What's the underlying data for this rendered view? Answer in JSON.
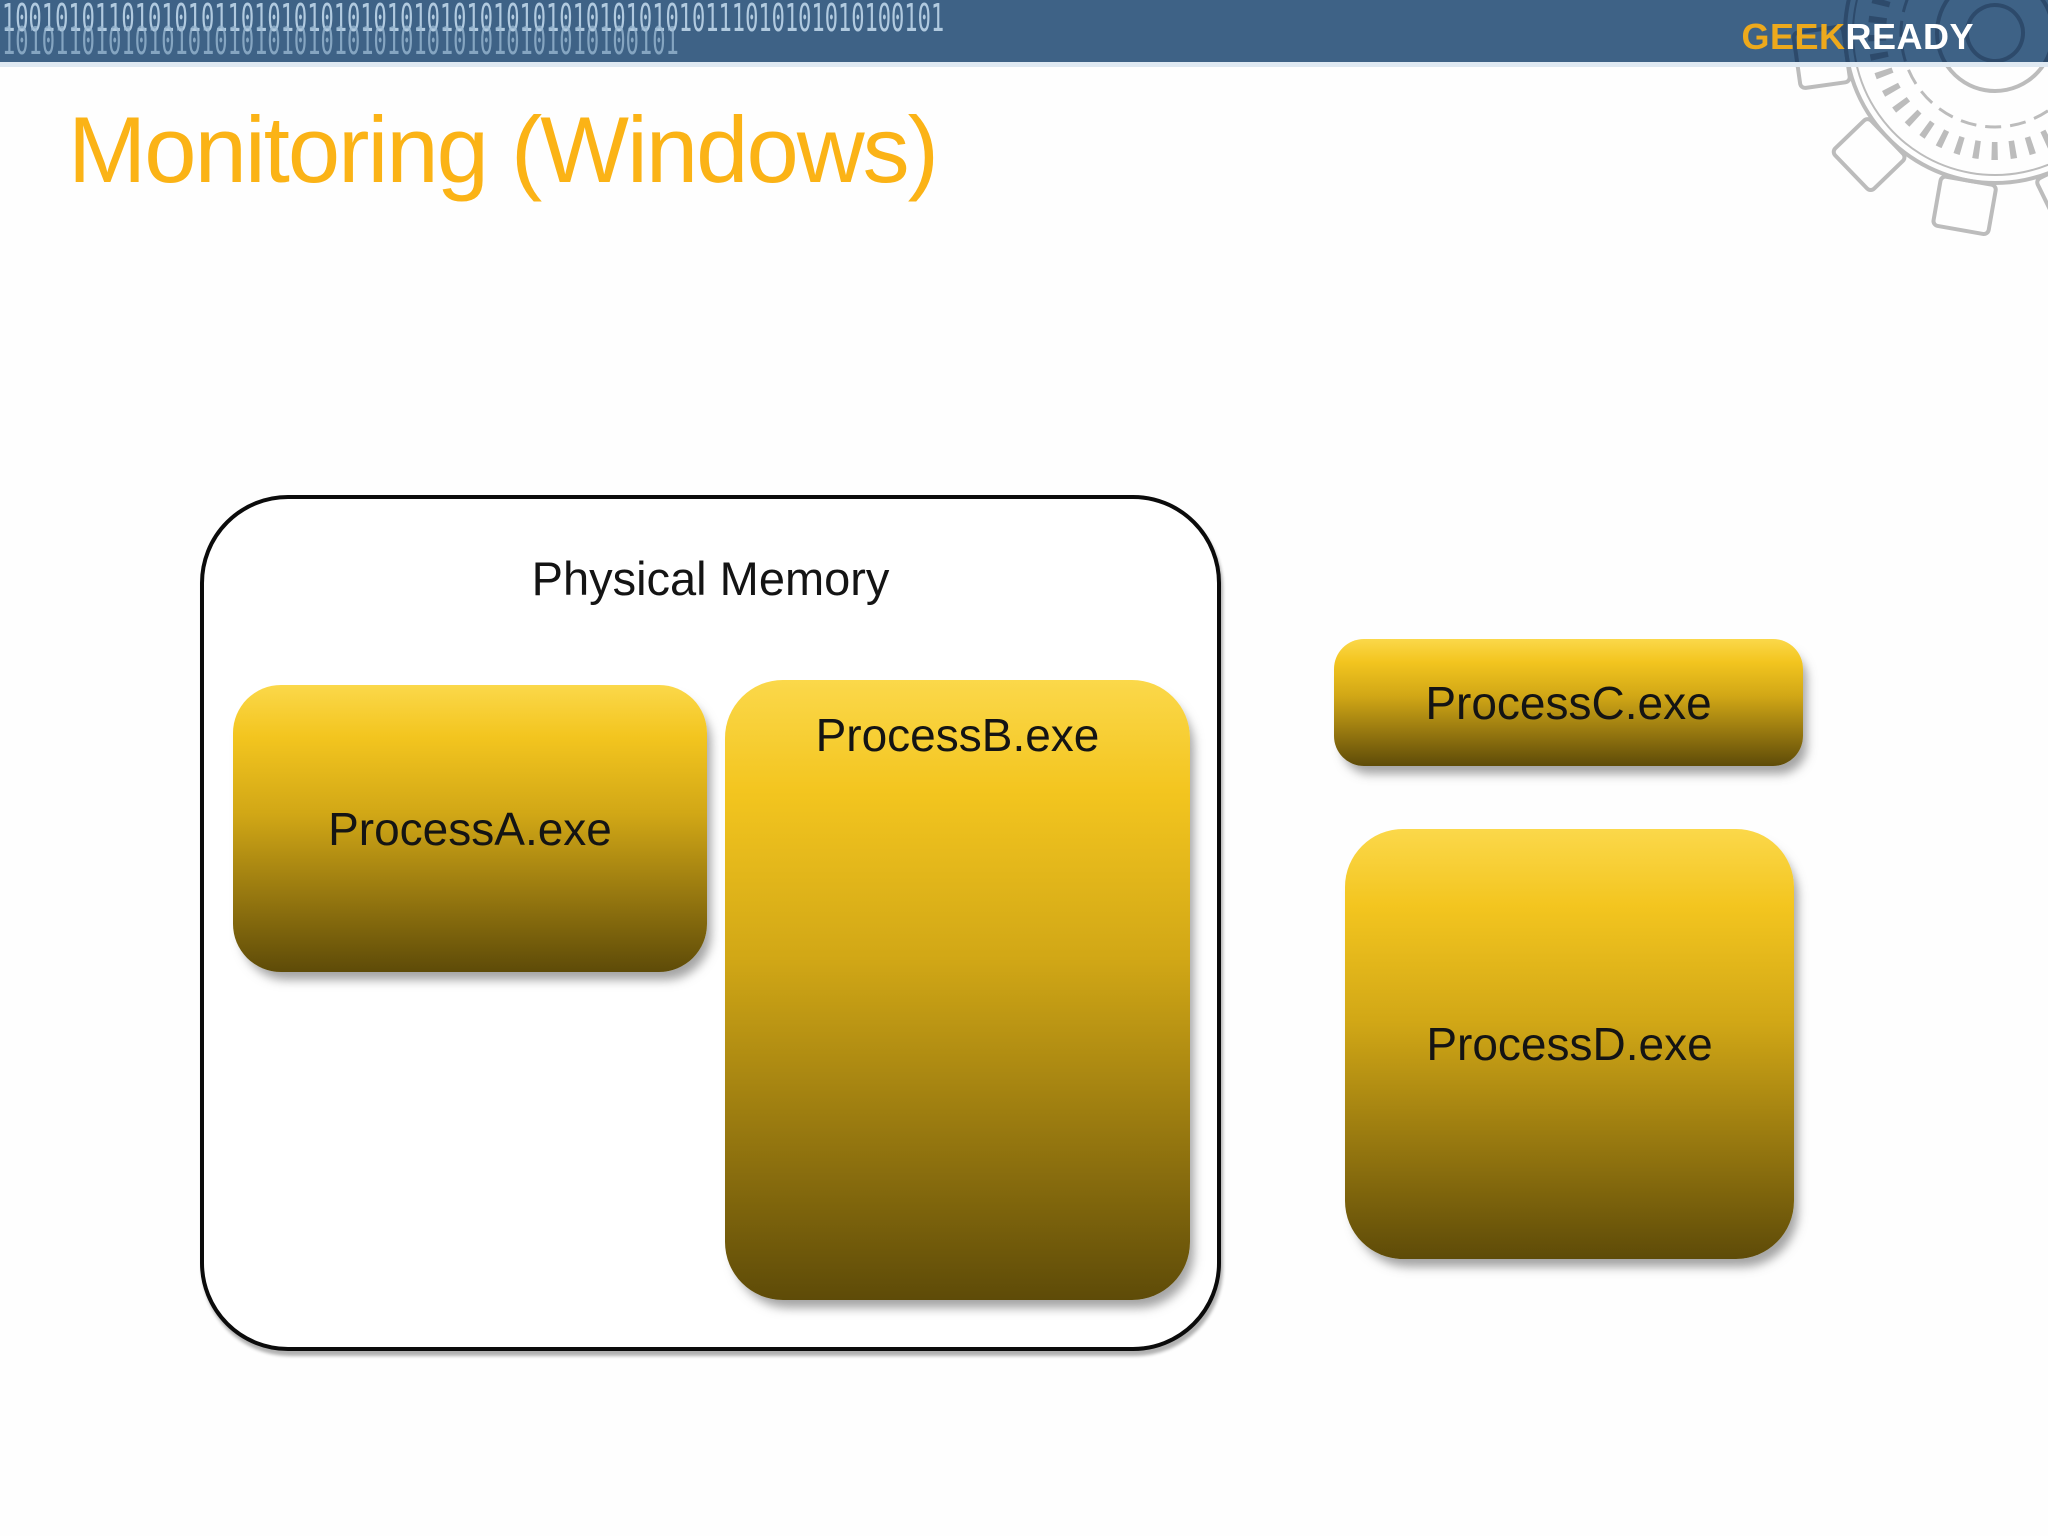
{
  "banner": {
    "binary_row1": "10010101101010101101010101010101010101010101010101010111010101010100101",
    "binary_row2": "101011010101010101010101010101010101010101010100101",
    "logo": {
      "geek": "GEEK",
      "ready": "READY"
    }
  },
  "title": {
    "text": "Monitoring (Windows)"
  },
  "diagram": {
    "physical_memory": {
      "label": "Physical Memory",
      "processes": [
        {
          "label": "ProcessA.exe"
        },
        {
          "label": "ProcessB.exe"
        }
      ]
    },
    "external_processes": [
      {
        "label": "ProcessC.exe"
      },
      {
        "label": "ProcessD.exe"
      }
    ]
  },
  "colors": {
    "banner_blue": "#3e6286",
    "banner_binary_text": "#bbd2e7",
    "title_gold": "#fbb316",
    "box_gradient_top": "#fbd84a",
    "box_gradient_bottom": "#5e4b08",
    "logo_geek": "#eda91c",
    "logo_ready": "#ffffff",
    "gear_sketch_gray": "#bcbcbc",
    "gear_sketch_navy": "#2d4a6b",
    "container_border": "#0b0b0b"
  }
}
